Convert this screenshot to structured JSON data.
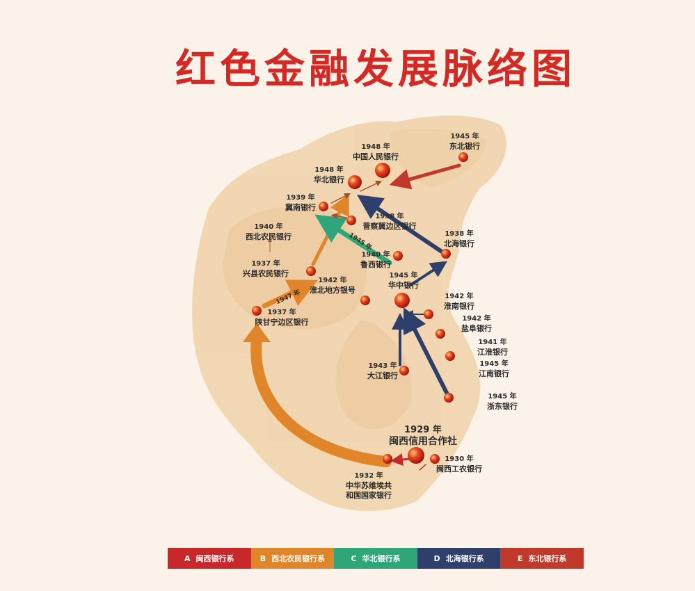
{
  "title": "红色金融发展脉络图",
  "banks": [
    {
      "year": "1945 年",
      "name": "东北银行"
    },
    {
      "year": "1948 年",
      "name": "中国人民银行"
    },
    {
      "year": "1948 年",
      "name": "华北银行"
    },
    {
      "year": "1939 年",
      "name": "冀南银行"
    },
    {
      "year": "1938 年",
      "name": "晋察冀边区银行"
    },
    {
      "year": "1940 年",
      "name": "西北农民银行"
    },
    {
      "year": "1937 年",
      "name": "兴县农民银行"
    },
    {
      "year": "1942 年",
      "name": "淮北地方银号"
    },
    {
      "year": "1937 年",
      "name": "陕甘宁边区银行"
    },
    {
      "year": "1940 年",
      "name": "鲁西银行"
    },
    {
      "year": "1938 年",
      "name": "北海银行"
    },
    {
      "year": "1945 年",
      "name": "华中银行"
    },
    {
      "year": "1942 年",
      "name": "淮南银行"
    },
    {
      "year": "1942 年",
      "name": "盐阜银行"
    },
    {
      "year": "1941 年",
      "name": "江淮银行"
    },
    {
      "year": "1945 年",
      "name": "江南银行"
    },
    {
      "year": "1945 年",
      "name": "浙东银行"
    },
    {
      "year": "1943 年",
      "name": "大江银行"
    },
    {
      "year": "1929 年",
      "name": "闽西信用合作社"
    },
    {
      "year": "1932 年",
      "name": "中华苏维埃共和国国家银行"
    },
    {
      "year": "1930 年",
      "name": "闽西工农银行"
    }
  ],
  "arrow_tags": {
    "green": "1945 年",
    "orange": "1947 年"
  },
  "legend": [
    {
      "letter": "A",
      "label": "闽西银行系",
      "color": "#c9282b"
    },
    {
      "letter": "B",
      "label": "西北农民银行系",
      "color": "#e0852a"
    },
    {
      "letter": "C",
      "label": "华北银行系",
      "color": "#2fa57a"
    },
    {
      "letter": "D",
      "label": "北海银行系",
      "color": "#2e3f6b"
    },
    {
      "letter": "E",
      "label": "东北银行系",
      "color": "#c0392b"
    }
  ]
}
